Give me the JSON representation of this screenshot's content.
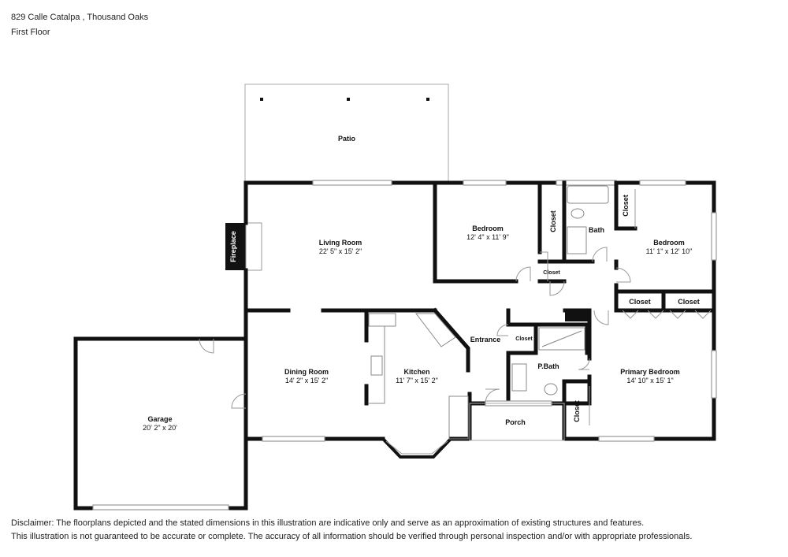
{
  "header": {
    "address": "829 Calle Catalpa , Thousand Oaks",
    "floor": "First Floor"
  },
  "rooms": {
    "patio": {
      "name": "Patio"
    },
    "living": {
      "name": "Living Room",
      "dims": "22' 5\" x 15' 2\""
    },
    "bedroom1": {
      "name": "Bedroom",
      "dims": "12' 4\" x 11' 9\""
    },
    "closet_b1": {
      "name": "Closet"
    },
    "closet_small": {
      "name": "Closet"
    },
    "bath": {
      "name": "Bath"
    },
    "closet_bath": {
      "name": "Closet"
    },
    "bedroom2": {
      "name": "Bedroom",
      "dims": "11' 1\" x 12' 10\""
    },
    "closet_p1": {
      "name": "Closet"
    },
    "closet_p2": {
      "name": "Closet"
    },
    "fireplace": {
      "name": "Fireplace"
    },
    "dining": {
      "name": "Dining Room",
      "dims": "14' 2\" x 15' 2\""
    },
    "kitchen": {
      "name": "Kitchen",
      "dims": "11' 7\" x 15' 2\""
    },
    "entrance": {
      "name": "Entrance"
    },
    "closet_entry": {
      "name": "Closet"
    },
    "pbath": {
      "name": "P.Bath"
    },
    "primary": {
      "name": "Primary Bedroom",
      "dims": "14' 10\" x 15' 1\""
    },
    "closet_primary": {
      "name": "Closet"
    },
    "porch": {
      "name": "Porch"
    },
    "garage": {
      "name": "Garage",
      "dims": "20' 2\" x 20'"
    }
  },
  "disclaimer": {
    "line1": "Disclaimer: The floorplans depicted and the stated dimensions in this illustration are indicative only and serve as an approximation of existing structures and features.",
    "line2": "This illustration is not guaranteed to be accurate or complete. The accuracy of all information should be verified through personal inspection and/or with appropriate professionals."
  },
  "colors": {
    "wall": "#111111",
    "window": "#999999",
    "background": "#ffffff"
  }
}
